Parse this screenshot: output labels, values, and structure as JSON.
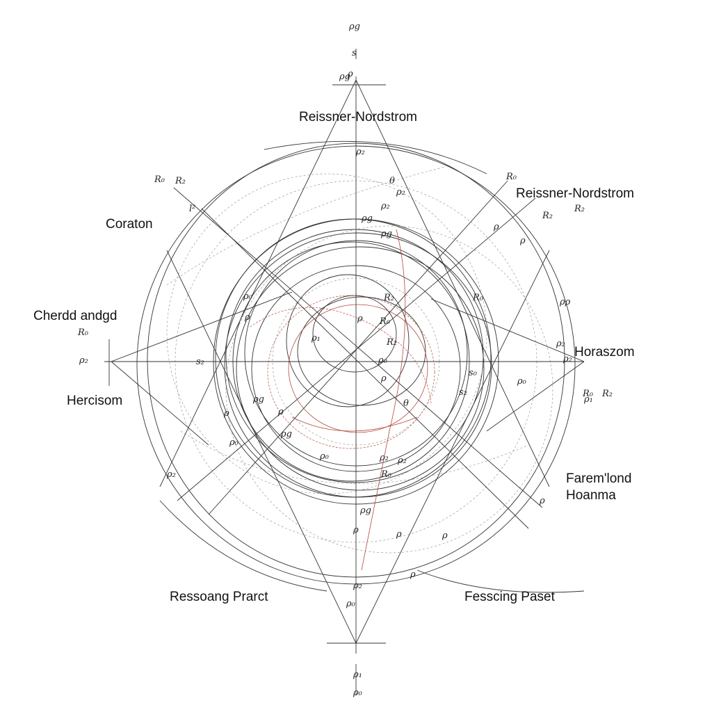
{
  "labels": {
    "top": "Reissner-Nordstrom",
    "right_top": "Reissner-Nordstrom",
    "right_top_sub": "R₂",
    "left_upper": "Coraton",
    "left_mid": "Cherdd andgd",
    "left_mid_sub": "R₀",
    "left_lower": "Hercisom",
    "right_mid": "Horaszom",
    "right_lower_1": "Farem'lond",
    "right_lower_2": "Hoanma",
    "bottom_left": "Ressoang Prarct",
    "bottom_right": "Fesscing Paset"
  },
  "symbols": [
    "ρg",
    "s",
    "ρ",
    "ρg",
    "R₀",
    "R₂",
    "R₀",
    "R₂",
    "l²",
    "ρ₂",
    "θ",
    "ρ₂",
    "ρ₂",
    "ρg",
    "ρg",
    "ρ",
    "ρ",
    "ρ₀",
    "ρ",
    "R₂",
    "R₀",
    "ρρ",
    "ρ",
    "R₀",
    "ρ₁",
    "R₂",
    "ρ₂",
    "ρ₂",
    "ρ₀",
    "s₀",
    "ρ",
    "s₂",
    "ρ₀",
    "R₀",
    "R₂",
    "ρ",
    "ρ",
    "θ",
    "ρ₀",
    "ρ₂",
    "ρ₂",
    "R₀",
    "ρg",
    "ρ",
    "ρ",
    "ρ",
    "ρ",
    "ρ₂",
    "s₂",
    "ρg",
    "ρg",
    "ρ",
    "ρ₀",
    "ρ₂",
    "ρ₁",
    "ρ₀",
    "ρ₁",
    "ρ₂",
    "ρ₀"
  ],
  "colors": {
    "ink": "#333333",
    "faint": "#8a8a8a",
    "accent": "#b5483a"
  }
}
